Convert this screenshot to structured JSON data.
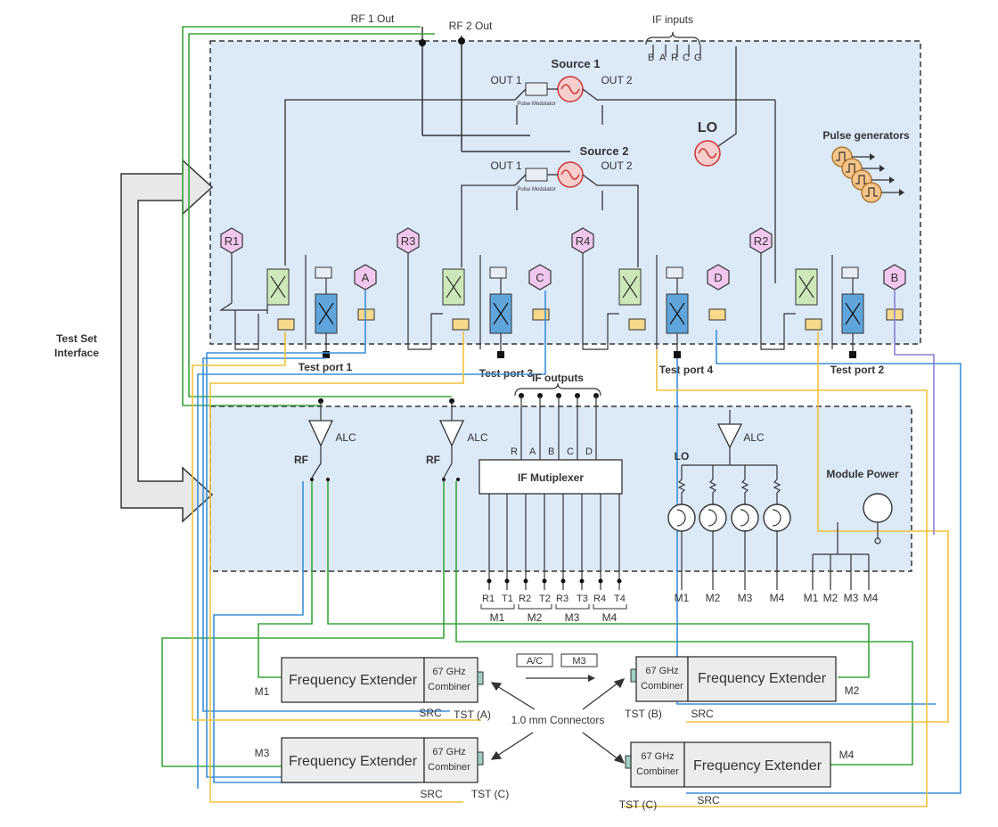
{
  "labels": {
    "rf1_out": "RF 1 Out",
    "rf2_out": "RF 2 Out",
    "if_inputs": "IF inputs",
    "if_inputs_letters": [
      "B",
      "A",
      "R",
      "C",
      "G"
    ],
    "source1": "Source 1",
    "source2": "Source 2",
    "out1": "OUT 1",
    "out2": "OUT 2",
    "pulse_modulator": "Pulse Modulator",
    "lo": "LO",
    "pulse_generators": "Pulse generators",
    "test_set_interface_line1": "Test Set",
    "test_set_interface_line2": "Interface",
    "test_port_1": "Test port 1",
    "test_port_2": "Test port 2",
    "test_port_3": "Test port 3",
    "test_port_4": "Test port 4",
    "if_outputs": "IF outputs",
    "if_output_letters": [
      "R",
      "A",
      "B",
      "C",
      "D"
    ],
    "alc": "ALC",
    "rf": "RF",
    "if_multiplexer": "IF Mutiplexer",
    "module_power": "Module Power",
    "mux_pins": [
      "R1",
      "T1",
      "R2",
      "T2",
      "R3",
      "T3",
      "R4",
      "T4"
    ],
    "mux_groups": [
      "M1",
      "M2",
      "M3",
      "M4"
    ],
    "lo_outputs": [
      "M1",
      "M2",
      "M3",
      "M4"
    ],
    "power_outputs": [
      "M1",
      "M2",
      "M3",
      "M4"
    ],
    "a_c_box": "A/C",
    "m3_box": "M3",
    "connectors": "1.0 mm Connectors"
  },
  "receivers": {
    "refs": [
      "R1",
      "R3",
      "R4",
      "R2"
    ],
    "tests": [
      "A",
      "C",
      "D",
      "B"
    ]
  },
  "extenders": [
    {
      "name": "Frequency Extender",
      "combiner_l1": "67 GHz",
      "combiner_l2": "Combiner",
      "module": "M1",
      "src": "SRC",
      "tst": "TST (A)"
    },
    {
      "name": "Frequency Extender",
      "combiner_l1": "67 GHz",
      "combiner_l2": "Combiner",
      "module": "M2",
      "src": "SRC",
      "tst": "TST (B)"
    },
    {
      "name": "Frequency Extender",
      "combiner_l1": "67 GHz",
      "combiner_l2": "Combiner",
      "module": "M3",
      "src": "SRC",
      "tst": "TST (C)"
    },
    {
      "name": "Frequency Extender",
      "combiner_l1": "67 GHz",
      "combiner_l2": "Combiner",
      "module": "M4",
      "src": "SRC",
      "tst": "TST (C)"
    }
  ],
  "colors": {
    "panel_fill": "#dce9f7",
    "border": "#333333",
    "green": "#3aa63a",
    "blue": "#3a8fd9",
    "yellow": "#f0c23a",
    "purple": "#8a7fd6",
    "hexagon": "#f2c7ee",
    "coupler": "#cde8b8",
    "mixer": "#5fa5dc",
    "amp": "#f6d98a",
    "source": "#f7cdcd",
    "pulse_gen": "#f7c58a"
  }
}
